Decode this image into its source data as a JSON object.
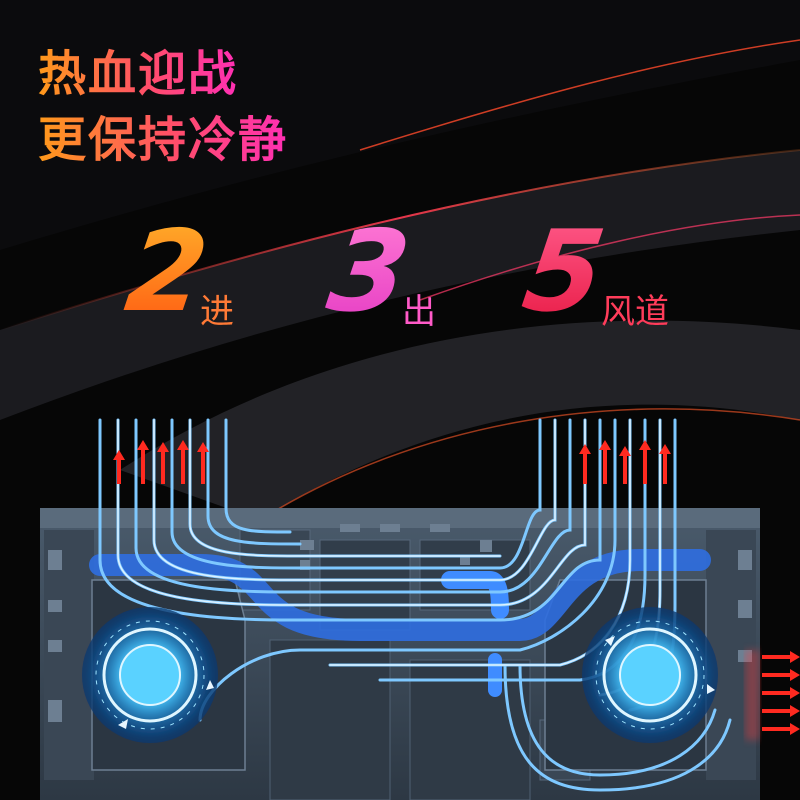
{
  "headline": {
    "line1": "热血迎战",
    "line2": "更保持冷静"
  },
  "specs": [
    {
      "number": "2",
      "unit": "进"
    },
    {
      "number": "3",
      "unit": "出"
    },
    {
      "number": "5",
      "unit": "风道"
    }
  ],
  "colors": {
    "background": "#060606",
    "headline_gradient_start": "#ff9a1a",
    "headline_gradient_end": "#ff2fb4",
    "cool_airflow": "#3f8cff",
    "hot_airflow": "#ff2a20"
  },
  "icons": {
    "fan_left": "fan-icon",
    "fan_right": "fan-icon",
    "intake_arrows": "arrow-up-icon",
    "exhaust_arrows": "arrow-right-icon"
  }
}
